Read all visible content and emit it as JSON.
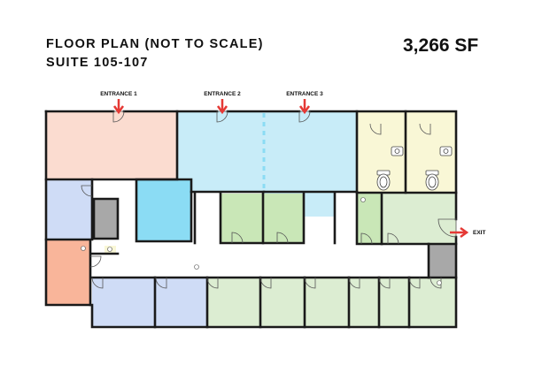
{
  "header": {
    "title_line1": "FLOOR PLAN (NOT TO SCALE)",
    "title_line2": "SUITE 105-107",
    "area": "3,266 SF"
  },
  "labels": {
    "entrance_1": "ENTRANCE 1",
    "entrance_2": "ENTRANCE 2",
    "entrance_3": "ENTRANCE 3",
    "exit": "EXIT"
  },
  "colors": {
    "peach": "#fbdcd0",
    "light_blue": "#c8ecf8",
    "cyan": "#8bdcf4",
    "blue": "#cfdcf6",
    "orange": "#f9b59a",
    "green": "#c9e7b7",
    "light_green": "#dcedd2",
    "yellow": "#f9f7d6",
    "gray": "#a8a8a8",
    "arrow": "#e53935",
    "wall": "#1a1a1a"
  }
}
